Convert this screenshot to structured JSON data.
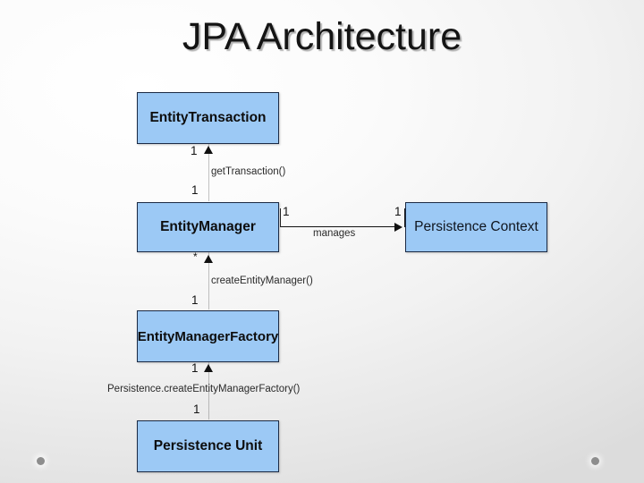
{
  "slide": {
    "title": "JPA Architecture",
    "background_color": "#f0f0f0",
    "accent_color": "#9cc9f5",
    "border_color": "#1b2a44"
  },
  "diagram": {
    "type": "uml-class-diagram",
    "nodes": [
      {
        "id": "entity-transaction",
        "label": "EntityTransaction"
      },
      {
        "id": "entity-manager",
        "label": "EntityManager"
      },
      {
        "id": "persistence-context",
        "label": "Persistence Context"
      },
      {
        "id": "entity-manager-factory",
        "label": "EntityManagerFactory"
      },
      {
        "id": "persistence-unit",
        "label": "Persistence Unit"
      }
    ],
    "edges": [
      {
        "id": "em-to-et",
        "from": "entity-manager",
        "to": "entity-transaction",
        "label": "getTransaction()",
        "source_multiplicity": "1",
        "target_multiplicity": "1",
        "direction": "up"
      },
      {
        "id": "emf-to-em",
        "from": "entity-manager-factory",
        "to": "entity-manager",
        "label": "createEntityManager()",
        "source_multiplicity": "1",
        "target_multiplicity": "*",
        "direction": "up"
      },
      {
        "id": "pu-to-emf",
        "from": "persistence-unit",
        "to": "entity-manager-factory",
        "label": "Persistence.createEntityManagerFactory()",
        "source_multiplicity": "1",
        "target_multiplicity": "1",
        "direction": "up"
      },
      {
        "id": "em-to-pc",
        "from": "entity-manager",
        "to": "persistence-context",
        "label": "manages",
        "source_multiplicity": "1",
        "target_multiplicity": "1",
        "direction": "right"
      }
    ]
  },
  "decorations": {
    "bottom_left_dot": "dot",
    "bottom_right_dot": "dot"
  }
}
